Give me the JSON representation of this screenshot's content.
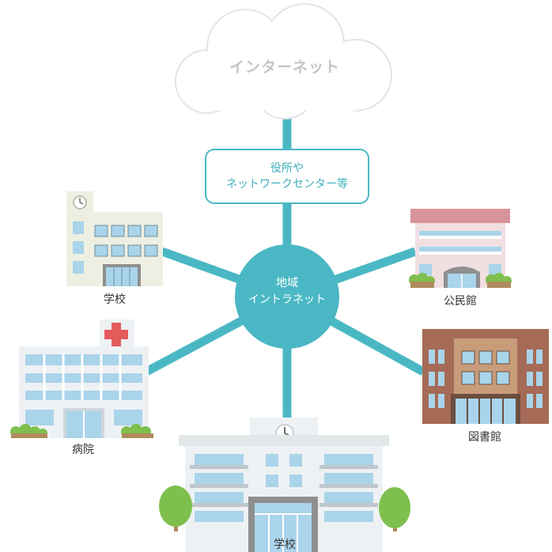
{
  "internet": {
    "label": "インターネット"
  },
  "office": {
    "line1": "役所や",
    "line2": "ネットワークセンター等"
  },
  "hub": {
    "line1": "地域",
    "line2": "イントラネット"
  },
  "buildings": {
    "school_left": "学校",
    "community_hall": "公民館",
    "hospital": "病院",
    "library": "図書館",
    "school_bottom": "学校"
  },
  "colors": {
    "link": "#4ab8c4",
    "hub": "#4ab8c4",
    "cloud": "#ffffff",
    "cloud_stroke": "#e2e2e2",
    "cross": "#e45b5b",
    "library_brick": "#a56b57",
    "hall_roof": "#d9939a",
    "window": "#a9d4ea",
    "tree": "#7fbf4e"
  }
}
